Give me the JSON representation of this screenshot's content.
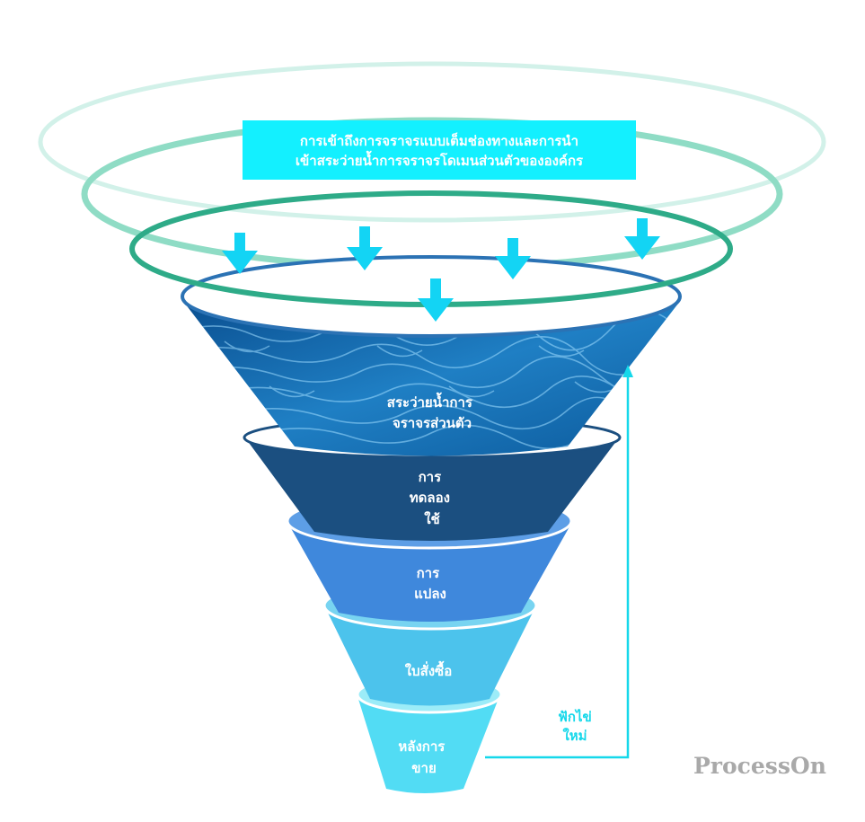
{
  "header": {
    "line1": "การเข้าถึงการจราจรแบบเต็มช่องทางและการนำ",
    "line2": "เข้าสระว่ายน้ำการจราจรโดเมนส่วนตัวขององค์กร",
    "color": "#13f0ff"
  },
  "stages": [
    {
      "lines": [
        "สระว่ายน้ำการ",
        "จราจรส่วนตัว"
      ],
      "color": "#1a6aa8"
    },
    {
      "lines": [
        "การ",
        "ทดลอง",
        "ใช้"
      ],
      "color": "#1b4f80"
    },
    {
      "lines": [
        "การ",
        "แปลง"
      ],
      "color": "#3f88dc"
    },
    {
      "lines": [
        "ใบสั่งซื้อ"
      ],
      "color": "#4cc3ec"
    },
    {
      "lines": [
        "หลังการ",
        "ขาย"
      ],
      "color": "#52dcf4"
    }
  ],
  "recycle": {
    "line1": "ฟักไข่",
    "line2": "ใหม่",
    "color": "#15d8ea"
  },
  "brand": "ProcessOn",
  "colors": {
    "arrow": "#13d4f4",
    "ring_light": "#d2f1e9",
    "ring_mid": "#7fd6bd",
    "ring_dark": "#2eab88"
  }
}
